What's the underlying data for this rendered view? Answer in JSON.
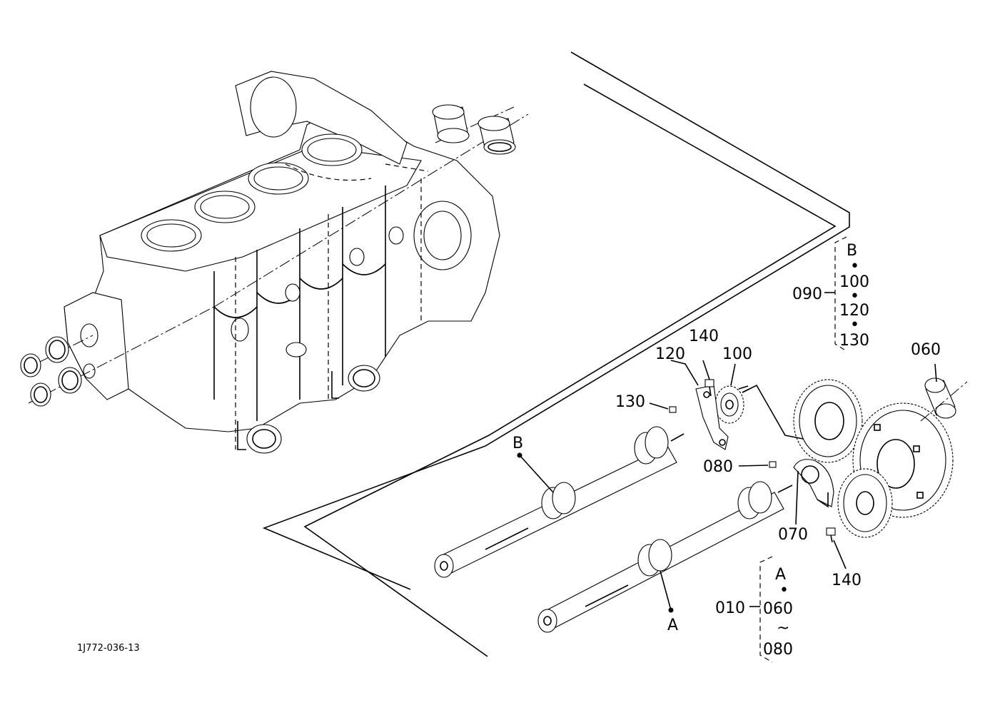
{
  "drawing_code": "1J772-036-13",
  "callouts": {
    "c060": "060",
    "c070": "070",
    "c080": "080",
    "c100": "100",
    "c120": "120",
    "c130": "130",
    "c140_top": "140",
    "c140_bottom": "140"
  },
  "assembly_b": {
    "ref": "090",
    "letter": "B",
    "sep1": "•",
    "part1": "100",
    "sep2": "•",
    "part2": "120",
    "sep3": "•",
    "part3": "130"
  },
  "assembly_a": {
    "ref": "010",
    "letter": "A",
    "sep1": "•",
    "part1": "060",
    "sep2": "~",
    "part2": "080"
  },
  "shaft_labels": {
    "b": "B",
    "a": "A"
  }
}
